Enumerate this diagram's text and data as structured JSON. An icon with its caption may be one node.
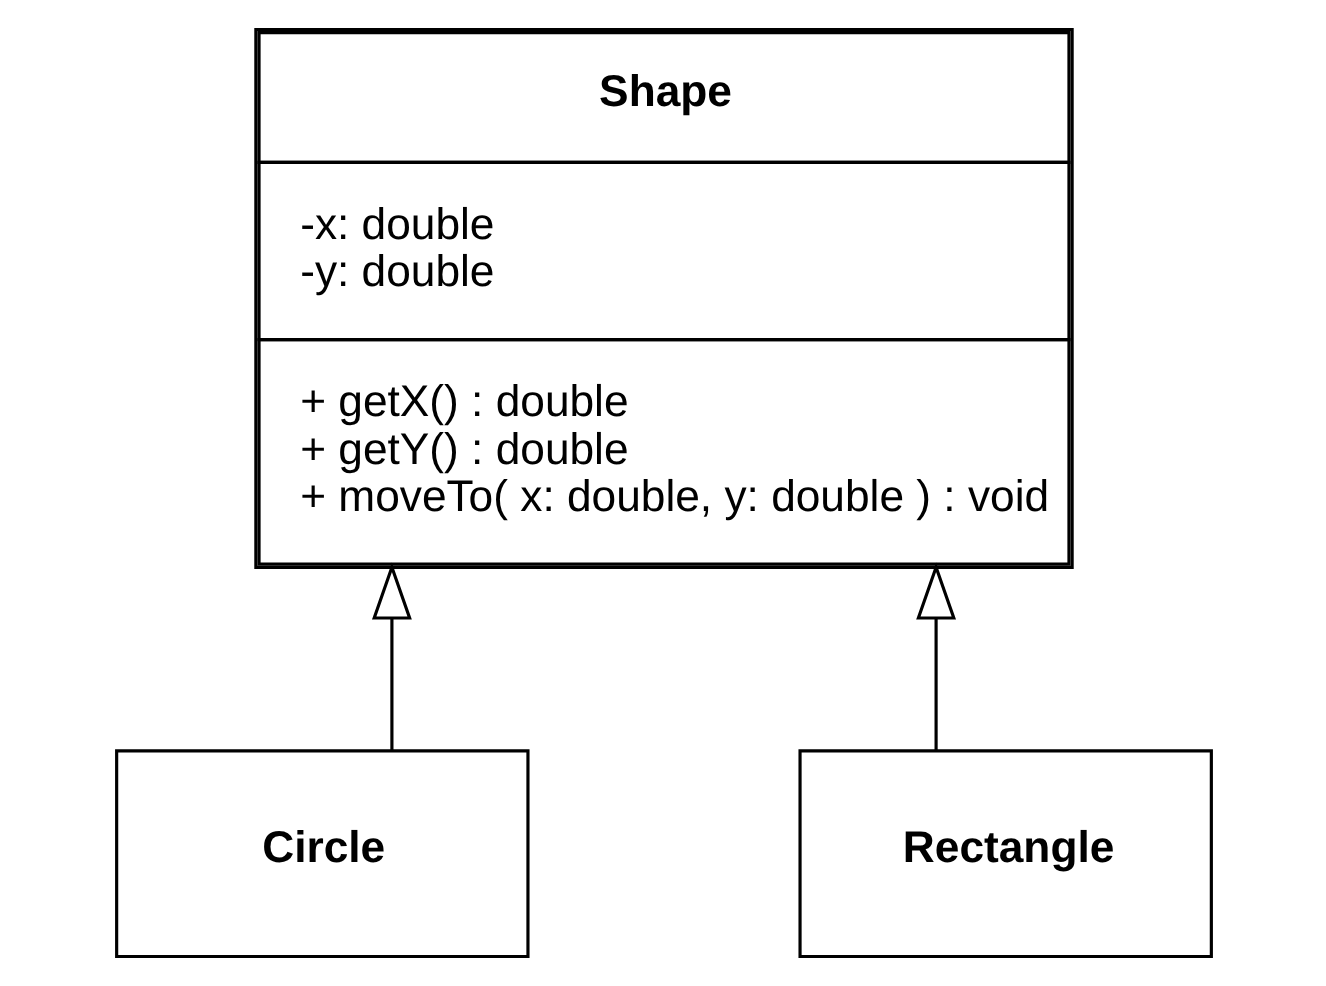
{
  "diagram": {
    "nodes": [
      {
        "text": [
          "Shape",
          "-x: double",
          "-y: double",
          "+ getX() : double",
          "+ getY() : double",
          "+ moveTo( x: double, y: double ) : void"
        ]
      },
      {
        "text": [
          "Circle"
        ]
      },
      {
        "text": [
          "Rectangle"
        ]
      }
    ],
    "edges": [
      {
        "from": 1,
        "to": 0,
        "arrow": "to"
      },
      {
        "from": 2,
        "to": 0,
        "arrow": "to"
      }
    ]
  }
}
